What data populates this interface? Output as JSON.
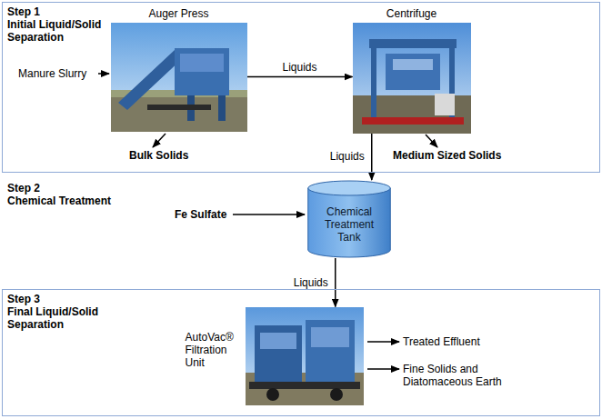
{
  "diagram": {
    "nodes": [
      {
        "text": [
          "Step 1",
          "Initial Liquid/Solid Separation"
        ]
      },
      {
        "text": [
          "Auger Press"
        ],
        "in": 0
      },
      {
        "text": [
          "Centrifuge"
        ],
        "in": 0
      },
      {
        "text": [
          "Chemical Treatment Tank"
        ]
      },
      {
        "text": [
          "Step 3",
          "Final Liquid/Solid Separation"
        ]
      },
      {
        "text": [
          "AutoVac® Filtration Unit"
        ],
        "in": 4
      }
    ],
    "edges": [
      {
        "from": 1,
        "to": 2,
        "arrow": "to",
        "label": "Liquids"
      },
      {
        "from": 2,
        "to": 3,
        "arrow": "to",
        "label": "Liquids"
      },
      {
        "from": 3,
        "to": 5,
        "arrow": "to",
        "label": "Liquids"
      }
    ],
    "labels": [
      "Manure Slurry",
      "Bulk Solids",
      "Medium Sized Solids",
      "Step 2",
      "Chemical Treatment",
      "Fe Sulfate",
      "Treated Effluent",
      "Fine Solids and Diatomaceous Earth"
    ]
  }
}
